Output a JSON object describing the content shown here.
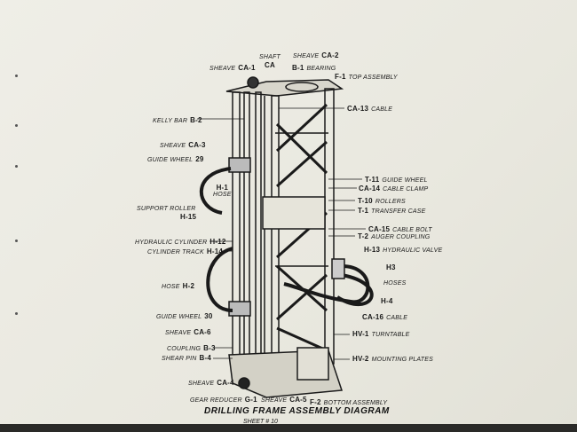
{
  "title": "Drilling Frame Assembly Diagram",
  "sheet": "Sheet # 10",
  "labels": {
    "ca1": {
      "name": "Sheave",
      "code": "CA-1"
    },
    "shaft": {
      "name": "Shaft",
      "code": "CA"
    },
    "ca2": {
      "name": "Sheave",
      "code": "CA-2"
    },
    "b1": {
      "code": "B-1",
      "name": "Bearing"
    },
    "f1": {
      "code": "F-1",
      "name": "Top Assembly"
    },
    "ca13": {
      "code": "CA-13",
      "name": "Cable"
    },
    "b2": {
      "name": "Kelly Bar",
      "code": "B-2"
    },
    "ca3": {
      "name": "Sheave",
      "code": "CA-3"
    },
    "gw29": {
      "name": "Guide Wheel",
      "code": "29"
    },
    "t11": {
      "code": "T-11",
      "name": "Guide Wheel"
    },
    "h1": {
      "code": "H-1",
      "name": "Hose"
    },
    "ca14": {
      "code": "CA-14",
      "name": "Cable Clamp"
    },
    "h15": {
      "name": "Support Roller",
      "code": "H-15"
    },
    "t10": {
      "code": "T-10",
      "name": "Rollers"
    },
    "t1": {
      "code": "T-1",
      "name": "Transfer Case"
    },
    "ca15": {
      "code": "CA-15",
      "name": "Cable Bolt"
    },
    "t2": {
      "code": "T-2",
      "name": "Auger Coupling"
    },
    "h12": {
      "name": "Hydraulic Cylinder",
      "code": "H-12"
    },
    "h14": {
      "name": "Cylinder Track",
      "code": "H-14"
    },
    "h13": {
      "code": "H-13",
      "name": "Hydraulic Valve"
    },
    "h3": {
      "code": "H3"
    },
    "hoses": {
      "name": "Hoses"
    },
    "h4": {
      "code": "H-4"
    },
    "h2": {
      "name": "Hose",
      "code": "H-2"
    },
    "ca16": {
      "code": "CA-16",
      "name": "Cable"
    },
    "gw30": {
      "name": "Guide Wheel",
      "code": "30"
    },
    "ca6": {
      "name": "Sheave",
      "code": "CA-6"
    },
    "hv1": {
      "code": "HV-1",
      "name": "Turntable"
    },
    "b3": {
      "name": "Coupling",
      "code": "B-3"
    },
    "b4": {
      "name": "Shear Pin",
      "code": "B-4"
    },
    "hv2": {
      "code": "HV-2",
      "name": "Mounting Plates"
    },
    "ca4": {
      "name": "Sheave",
      "code": "CA-4"
    },
    "g1": {
      "name": "Gear Reducer",
      "code": "G-1"
    },
    "ca5": {
      "name": "Sheave",
      "code": "CA-5"
    },
    "f2": {
      "code": "F-2",
      "name": "Bottom Assembly"
    }
  }
}
